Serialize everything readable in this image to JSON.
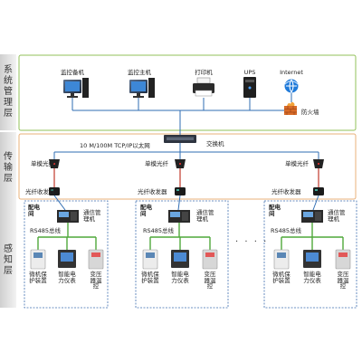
{
  "layers": {
    "management": "系统管理层",
    "transmission": "传输层",
    "perception": "感知层"
  },
  "management": {
    "monitor_pc": "监控备机",
    "monitor_host": "监控主机",
    "printer": "打印机",
    "ups": "UPS",
    "internet": "Internet",
    "firewall": "防火墙"
  },
  "transmission": {
    "network": "10 M/100M TCP/IP以太网",
    "switch": "交换机",
    "single_mode_fiber": "单模光纤",
    "fiber_transceiver": "光纤收发器"
  },
  "perception": {
    "room": "配电间",
    "comm_manager": "通信管理机",
    "bus": "RS485总线",
    "protection": "微机保护装置",
    "meter": "智能电力仪表",
    "transformer_temp": "变压器温控",
    "ellipsis": "· · · ·"
  },
  "colors": {
    "management_border": "#92c05a",
    "transmission_border": "#e8b07a",
    "perception_border": "#3f6fb0",
    "layer_band": "#d9d9d9",
    "ethernet_line": "#2f6db3",
    "fiber_line": "#c0392b",
    "rs485_line": "#4fa83a"
  }
}
